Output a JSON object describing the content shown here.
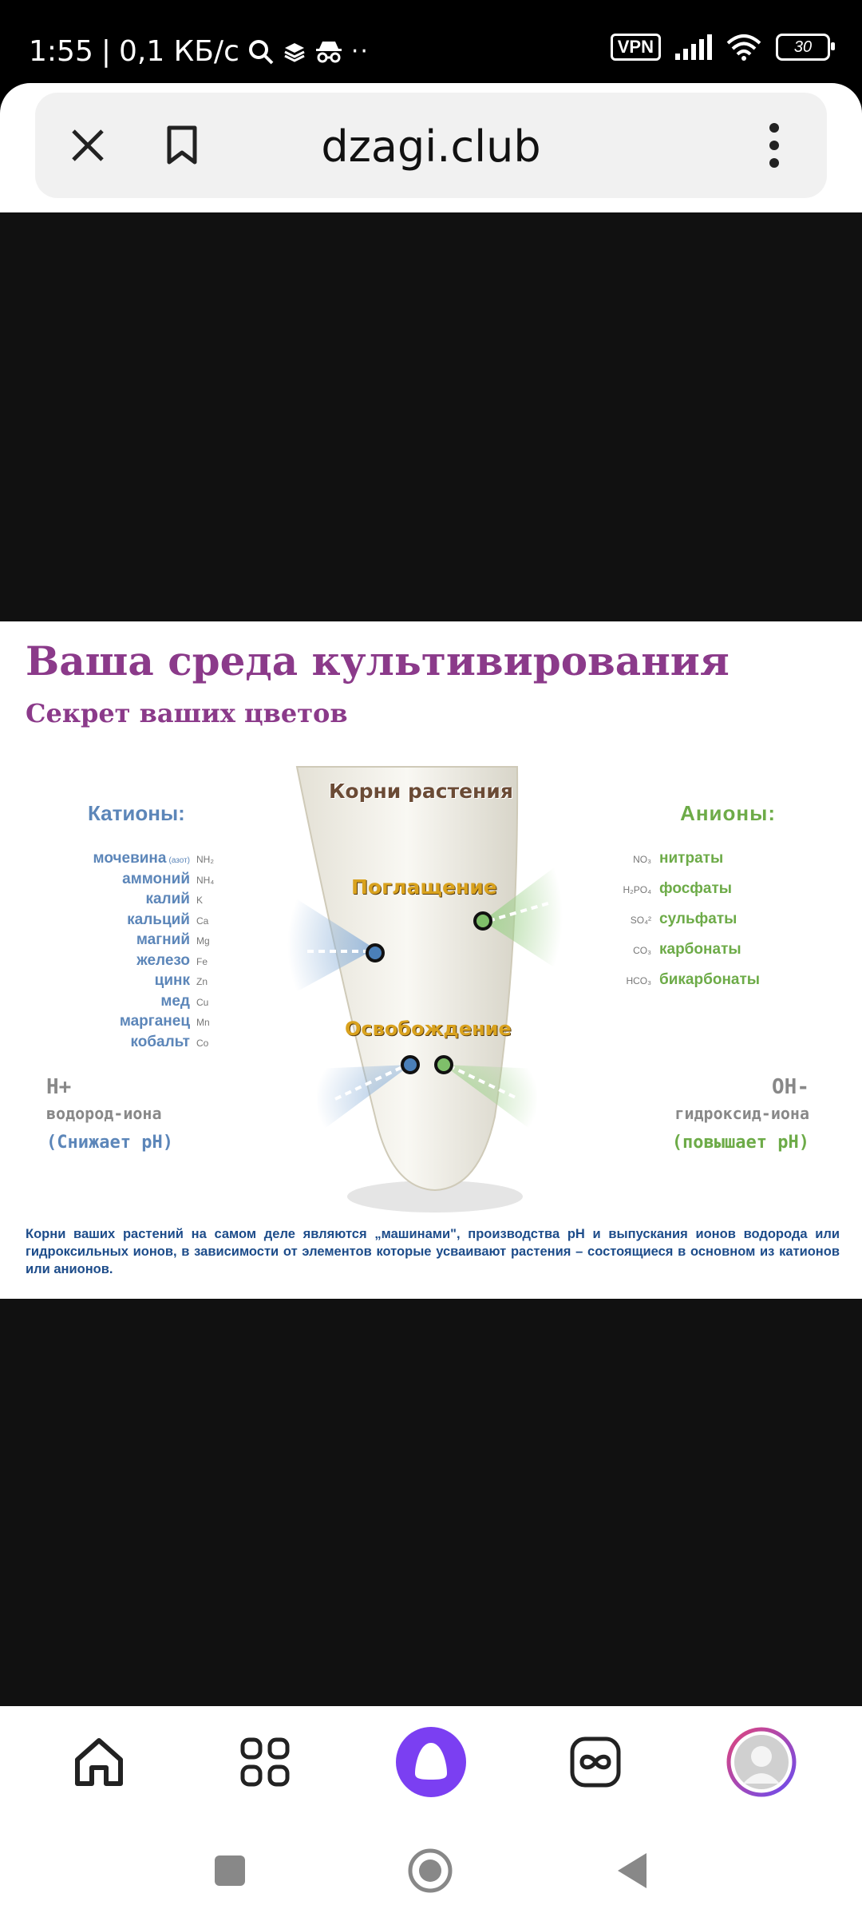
{
  "status_bar": {
    "time": "1:55",
    "speed": "0,1 КБ/с",
    "vpn": "VPN",
    "battery": "30"
  },
  "browser": {
    "url": "dzagi.club"
  },
  "article": {
    "title": "Ваша среда культивирования",
    "subtitle": "Секрет ваших цветов",
    "diagram": {
      "root_title": "Корни растения",
      "absorption": "Поглащение",
      "release": "Освобождение",
      "cations_title": "Катионы:",
      "anions_title": "Анионы:",
      "cations": [
        {
          "name": "мочевина",
          "note": "(азот)",
          "symbol": "NH₂"
        },
        {
          "name": "аммоний",
          "note": "",
          "symbol": "NH₄"
        },
        {
          "name": "калий",
          "note": "",
          "symbol": "K"
        },
        {
          "name": "кальций",
          "note": "",
          "symbol": "Ca"
        },
        {
          "name": "магний",
          "note": "",
          "symbol": "Mg"
        },
        {
          "name": "железо",
          "note": "",
          "symbol": "Fe"
        },
        {
          "name": "цинк",
          "note": "",
          "symbol": "Zn"
        },
        {
          "name": "мед",
          "note": "",
          "symbol": "Cu"
        },
        {
          "name": "марганец",
          "note": "",
          "symbol": "Mn"
        },
        {
          "name": "кобальт",
          "note": "",
          "symbol": "Co"
        }
      ],
      "anions": [
        {
          "symbol": "NO₃",
          "name": "нитраты"
        },
        {
          "symbol": "H₂PO₄",
          "name": "фосфаты"
        },
        {
          "symbol": "SO₄²",
          "name": "сульфаты"
        },
        {
          "symbol": "CO₃",
          "name": "карбонаты"
        },
        {
          "symbol": "HCO₃",
          "name": "бикарбонаты"
        }
      ],
      "h_plus": {
        "head": "H+",
        "name": "водород-иона",
        "effect": "(Снижает pH)"
      },
      "oh_minus": {
        "head": "OH-",
        "name": "гидроксид-иона",
        "effect": "(повышает pH)"
      }
    },
    "caption": "Корни ваших растений на самом деле являются „машинами\", производства pH и выпускания ионов водорода или гидроксильных ионов, в зависимости от элементов которые усваивают растения – состоящиеся в основном из катионов или анионов."
  },
  "colors": {
    "title": "#8b3a8a",
    "cation": "#5c86b9",
    "anion": "#6dab48",
    "assistant": "#7b3ff2"
  },
  "bottom_nav": [
    "home-icon",
    "apps-grid-icon",
    "alice-assistant-icon",
    "tabs-icon",
    "profile-avatar"
  ]
}
